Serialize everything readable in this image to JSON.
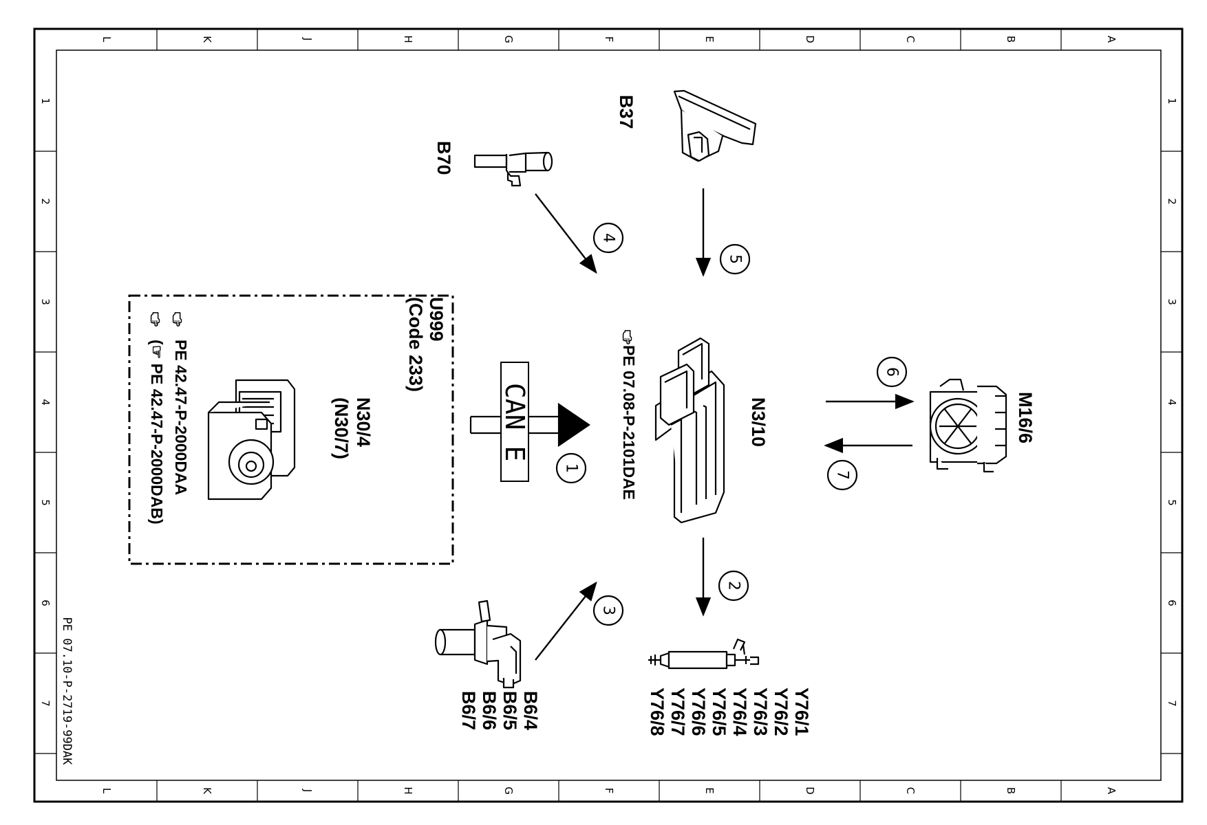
{
  "frame": {
    "column_letters": [
      "L",
      "K",
      "J",
      "H",
      "G",
      "F",
      "E",
      "D",
      "C",
      "B",
      "A"
    ],
    "row_numbers": [
      "1",
      "2",
      "3",
      "4",
      "5",
      "6",
      "7"
    ]
  },
  "document_id": "PE 07.10-P-2719-99DAK",
  "components": {
    "b37": {
      "label": "B37"
    },
    "b70": {
      "label": "B70"
    },
    "n3_10": {
      "label": "N3/10",
      "ref": "PE 07.08-P-2101DAE"
    },
    "m16_6": {
      "label": "M16/6"
    },
    "n30": {
      "label": "N30/4",
      "label_alt": "(N30/7)",
      "group": "U999",
      "group_code": "(Code 233)",
      "ref1": "PE 42.47-P-2000DAA",
      "ref2": "(☞ PE 42.47-P-2000DAB)"
    },
    "b6": {
      "labels": [
        "B6/4",
        "B6/5",
        "B6/6",
        "B6/7"
      ]
    },
    "y76": {
      "labels": [
        "Y76/1",
        "Y76/2",
        "Y76/3",
        "Y76/4",
        "Y76/5",
        "Y76/6",
        "Y76/7",
        "Y76/8"
      ]
    }
  },
  "can_bus": {
    "label": "CAN E"
  },
  "steps": [
    "1",
    "2",
    "3",
    "4",
    "5",
    "6",
    "7"
  ],
  "icons": {
    "reference": "pointing-hand-icon"
  }
}
